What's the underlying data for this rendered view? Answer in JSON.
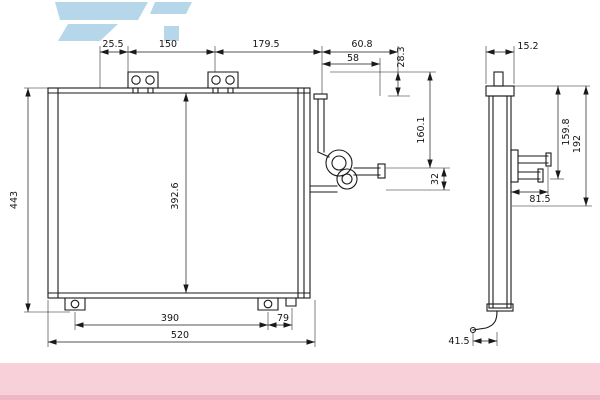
{
  "drawing": {
    "type": "condenser-technical-drawing",
    "views": {
      "front": {
        "dimensions": {
          "top_offset": "25.5",
          "bracket_span": "150",
          "bracket_to_pipe": "179.5",
          "pipe_offset_outer": "60.8",
          "pipe_offset_inner": "58",
          "inlet_drop": "28.3",
          "overall_height": "443",
          "core_height": "392.6",
          "pipe_center_height": "160.1",
          "pipe_spacing": "32",
          "foot_span": "390",
          "foot_to_edge": "79",
          "overall_width": "520"
        }
      },
      "side": {
        "dimensions": {
          "depth": "15.2",
          "pipe_top_drop": "159.8",
          "pipe_bottom_drop": "192",
          "pipe_length": "81.5",
          "foot_offset": "41.5"
        }
      }
    },
    "colors": {
      "line": "#1a1a1a",
      "watermark_blue": "#b5d7e9",
      "footer_pink": "#f8d0da",
      "footer_pink_dark": "#edb7c8",
      "background": "#ffffff"
    }
  }
}
